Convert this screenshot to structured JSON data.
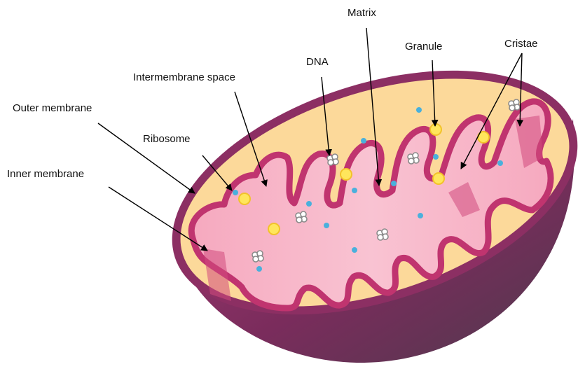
{
  "labels": {
    "outer_membrane": "Outer membrane",
    "inner_membrane": "Inner membrane",
    "ribosome": "Ribosome",
    "intermembrane_space": "Intermembrane space",
    "dna": "DNA",
    "matrix": "Matrix",
    "granule": "Granule",
    "cristae": "Cristae"
  },
  "colors": {
    "outer_shell": "#8c2f63",
    "shell_shadow": "#5a3c55",
    "intermembrane": "#fcd99a",
    "matrix": "#f7b8c9",
    "cristae_edge": "#c0346f",
    "granule": "#ffe65c",
    "ribosome": "#4ab0dc",
    "dna": "#9a9a9a"
  }
}
